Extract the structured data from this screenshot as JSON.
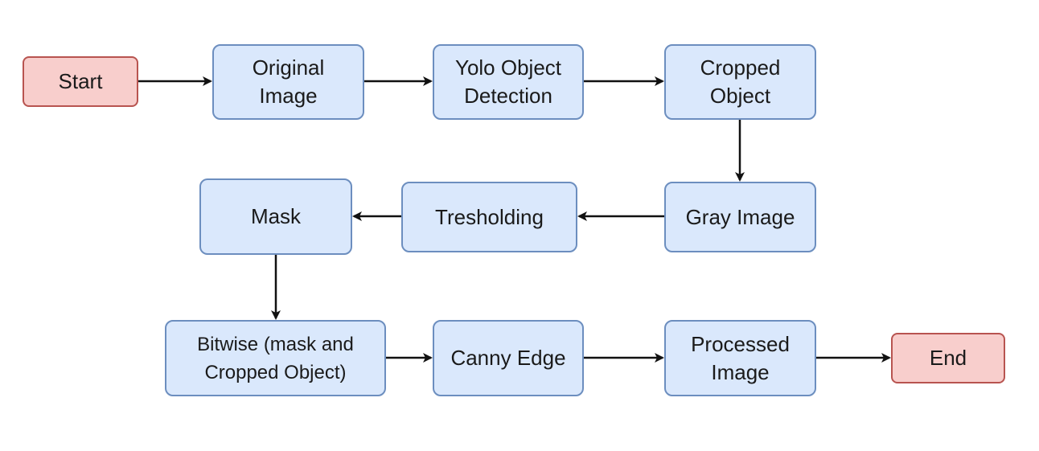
{
  "diagram": {
    "nodes": {
      "start": "Start",
      "original_image": "Original\nImage",
      "yolo_detection": "Yolo Object\nDetection",
      "cropped_object": "Cropped\nObject",
      "gray_image": "Gray Image",
      "thresholding": "Tresholding",
      "mask": "Mask",
      "bitwise": "Bitwise (mask and\nCropped Object)",
      "canny_edge": "Canny Edge",
      "processed_image": "Processed\nImage",
      "end": "End"
    },
    "edges": [
      {
        "from": "start",
        "to": "original_image"
      },
      {
        "from": "original_image",
        "to": "yolo_detection"
      },
      {
        "from": "yolo_detection",
        "to": "cropped_object"
      },
      {
        "from": "cropped_object",
        "to": "gray_image"
      },
      {
        "from": "gray_image",
        "to": "thresholding"
      },
      {
        "from": "thresholding",
        "to": "mask"
      },
      {
        "from": "mask",
        "to": "bitwise"
      },
      {
        "from": "bitwise",
        "to": "canny_edge"
      },
      {
        "from": "canny_edge",
        "to": "processed_image"
      },
      {
        "from": "processed_image",
        "to": "end"
      }
    ],
    "colors": {
      "process_fill": "#dae8fc",
      "process_stroke": "#6c8ebf",
      "terminal_fill": "#f8cecc",
      "terminal_stroke": "#b85450",
      "arrow": "#111111"
    }
  }
}
